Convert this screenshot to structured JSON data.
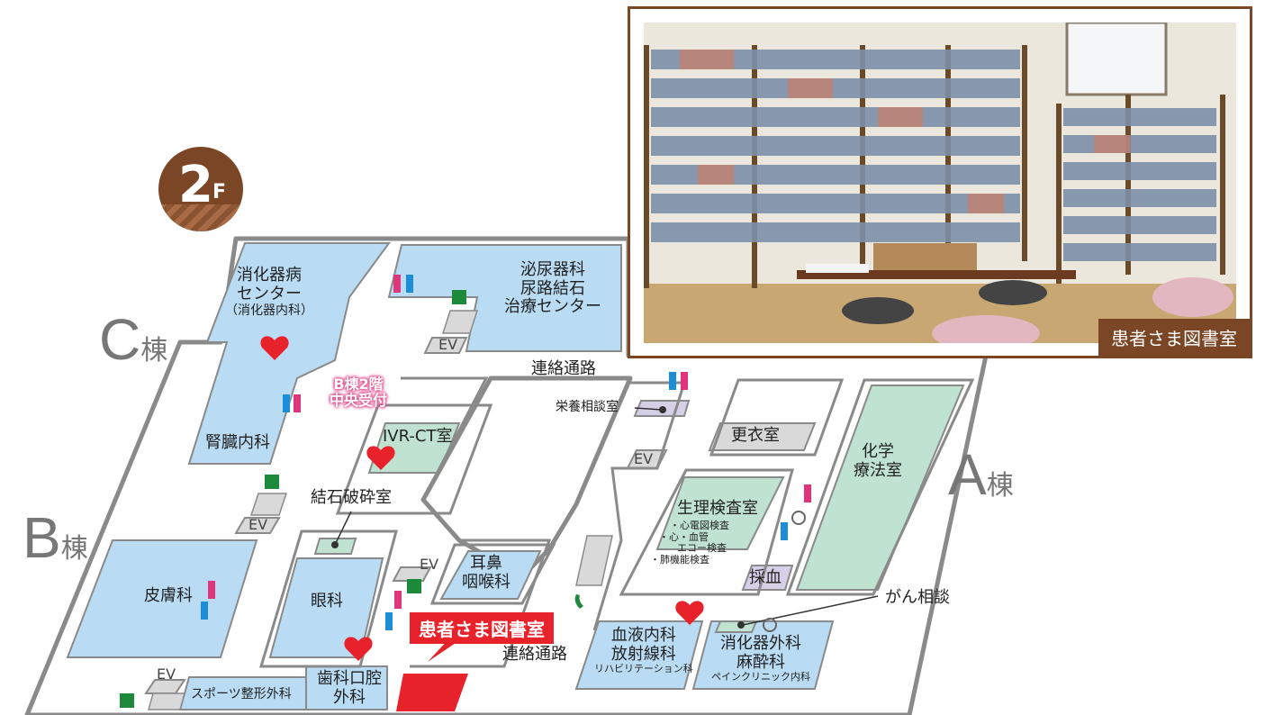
{
  "floor": {
    "number": "2",
    "suffix": "F"
  },
  "buildings": {
    "a": "A",
    "b": "B",
    "c": "C",
    "kanji": "棟"
  },
  "photo_caption": "患者さま図書室",
  "labels": {
    "gi_center": [
      "消化器病",
      "センター",
      "（消化器内科）"
    ],
    "nephrology": "腎臓内科",
    "urology": [
      "泌尿器科",
      "尿路結石",
      "治療センター"
    ],
    "b2_reception": [
      "B棟2階",
      "中央受付"
    ],
    "corridor_top": "連絡通路",
    "corridor_bottom": "連絡通路",
    "nutrition": "栄養相談室",
    "changing": "更衣室",
    "chemo": [
      "化学",
      "療法室"
    ],
    "ivr_ct": "IVR-CT室",
    "lithotripsy": "結石破砕室",
    "physiology": "生理検査室",
    "physiology_items": [
      "・心電図検査",
      "・心・血管",
      "エコー検査",
      "・肺機能検査"
    ],
    "blood_draw": "採血",
    "cancer_consult": "がん相談",
    "dermatology": "皮膚科",
    "ophthalmology": "眼科",
    "ent": [
      "耳鼻",
      "咽喉科"
    ],
    "library": "患者さま図書室",
    "dental": [
      "歯科口腔",
      "外科"
    ],
    "sports": "スポーツ整形外科",
    "hematology": [
      "血液内科",
      "放射線科"
    ],
    "rehab": "リハビリテーション科",
    "gi_surgery": [
      "消化器外科",
      "麻酔科"
    ],
    "pain_clinic": "ペインクリニック内科",
    "ev": "EV"
  },
  "colors": {
    "room_blue": "#b9dcf4",
    "room_green": "#bfe3d0",
    "room_purple": "#d6cfe8",
    "room_gray": "#d9d9d9",
    "outline": "#8a8a8a",
    "library_red": "#e8222a",
    "brand_brown": "#7a4626",
    "aed_red": "#e8222a",
    "toilet_blue": "#1a8ed8",
    "toilet_pink": "#e0357a"
  },
  "icons": [
    "aed-heart-icon",
    "toilet-icon",
    "emergency-exit-icon",
    "stairs-icon",
    "wheelchair-icon",
    "phone-icon"
  ]
}
